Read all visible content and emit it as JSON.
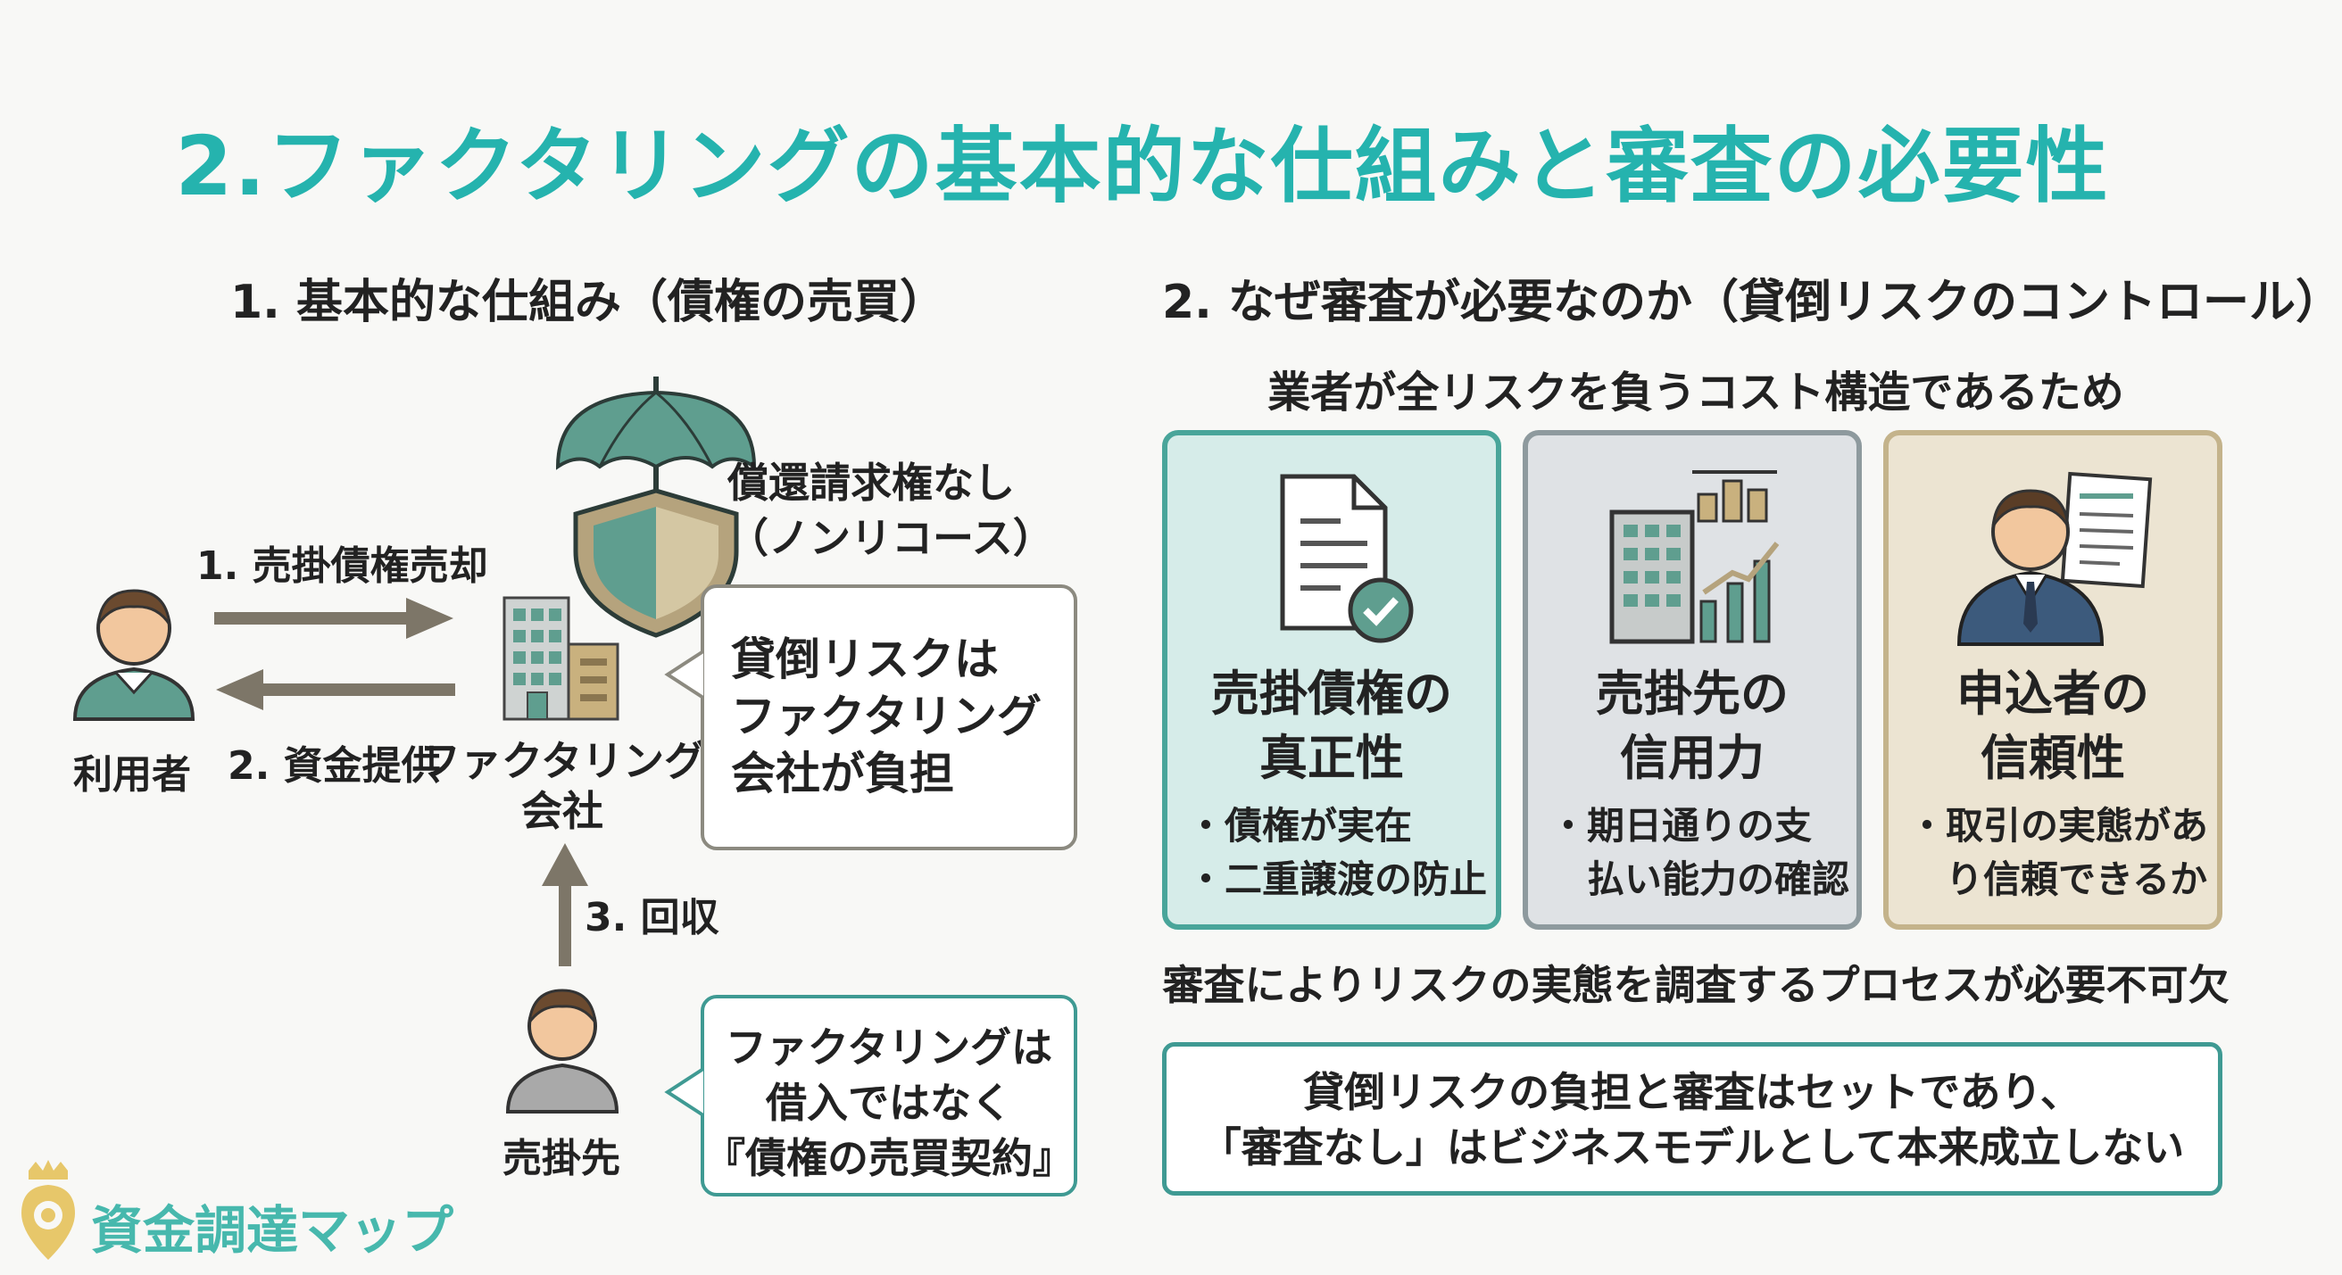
{
  "title": "2.ファクタリングの基本的な仕組みと審査の必要性",
  "left": {
    "heading": "1. 基本的な仕組み（債権の売買）",
    "user_label": "利用者",
    "company_label_line1": "ファクタリング",
    "company_label_line2": "会社",
    "debtor_label": "売掛先",
    "arrow1_label": "1. 売掛債権売却",
    "arrow2_label": "2. 資金提供",
    "arrow3_label": "3. 回収",
    "no_recourse_line1": "償還請求権なし",
    "no_recourse_line2": "（ノンリコース）",
    "callout_risk": [
      "貸倒リスクは",
      "ファクタリング",
      "会社が負担"
    ],
    "callout_contract": [
      "ファクタリングは",
      "借入ではなく",
      "『債権の売買契約』"
    ]
  },
  "right": {
    "heading": "2. なぜ審査が必要なのか（貸倒リスクのコントロール）",
    "subheading": "業者が全リスクを負うコスト構造であるため",
    "cards": [
      {
        "title_line1": "売掛債権の",
        "title_line2": "真正性",
        "bullets": [
          "・債権が実在",
          "・二重譲渡の防止"
        ],
        "icon": "document-check-icon"
      },
      {
        "title_line1": "売掛先の",
        "title_line2": "信用力",
        "bullets": [
          "・期日通りの支",
          "　払い能力の確認"
        ],
        "icon": "building-chart-icon"
      },
      {
        "title_line1": "申込者の",
        "title_line2": "信頼性",
        "bullets": [
          "・取引の実態があ",
          "　り信頼できるか"
        ],
        "icon": "businessman-document-icon"
      }
    ],
    "process_text": "審査によりリスクの実態を調査するプロセスが必要不可欠",
    "conclusion_line1": "貸倒リスクの負担と審査はセットであり、",
    "conclusion_line2": "「審査なし」はビジネスモデルとして本来成立しない"
  },
  "logo": {
    "text": "資金調達マップ"
  },
  "colors": {
    "title": "#25b3ae",
    "arrow": "#7d7668",
    "teal_card": "#d6ece9",
    "grey_card": "#dfe2e5",
    "beige_card": "#ece4d2"
  }
}
